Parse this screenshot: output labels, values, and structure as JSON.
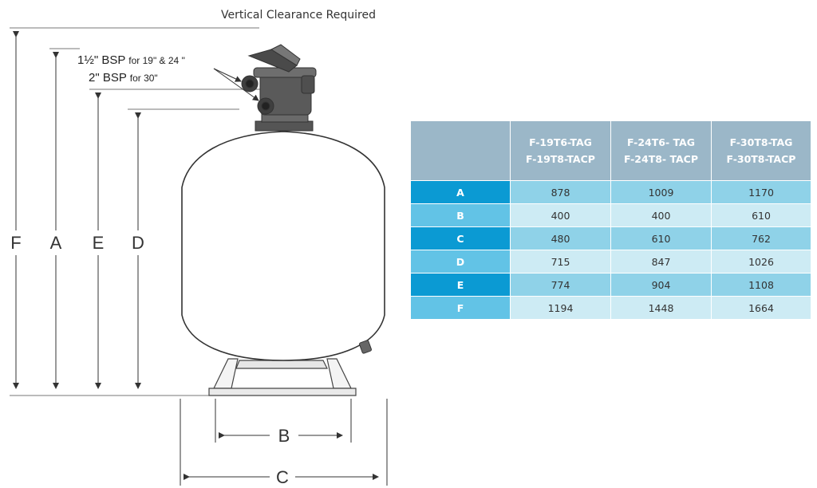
{
  "diagram": {
    "clearance_title": "Vertical Clearance Required",
    "bsp_line1_main": "1½\" BSP",
    "bsp_line1_sub": "for 19\" & 24 \"",
    "bsp_line2_main": "2\" BSP",
    "bsp_line2_sub": "for 30\"",
    "dimension_letters": {
      "F": "F",
      "A": "A",
      "E": "E",
      "D": "D",
      "B": "B",
      "C": "C"
    },
    "colors": {
      "tank": "#ffffff",
      "outline": "#333333",
      "valve": "#4f4f4f"
    }
  },
  "table": {
    "columns": [
      "",
      "F-19T6-TAG\nF-19T8-TACP",
      "F-24T6- TAG\nF-24T8- TACP",
      "F-30T8-TAG\nF-30T8-TACP"
    ],
    "col1": [
      "F-19T6-TAG",
      "F-19T8-TACP"
    ],
    "col2": [
      "F-24T6- TAG",
      "F-24T8- TACP"
    ],
    "col3": [
      "F-30T8-TAG",
      "F-30T8-TACP"
    ],
    "rows": [
      {
        "label": "A",
        "v1": "878",
        "v2": "1009",
        "v3": "1170"
      },
      {
        "label": "B",
        "v1": "400",
        "v2": "400",
        "v3": "610"
      },
      {
        "label": "C",
        "v1": "480",
        "v2": "610",
        "v3": "762"
      },
      {
        "label": "D",
        "v1": "715",
        "v2": "847",
        "v3": "1026"
      },
      {
        "label": "E",
        "v1": "774",
        "v2": "904",
        "v3": "1108"
      },
      {
        "label": "F",
        "v1": "1194",
        "v2": "1448",
        "v3": "1664"
      }
    ],
    "colors": {
      "header": "#9bb7c8",
      "label_dark": "#0b9ad3",
      "label_light": "#62c3e6",
      "cell_dark": "#8fd2e8",
      "cell_light": "#cdebf4"
    }
  }
}
